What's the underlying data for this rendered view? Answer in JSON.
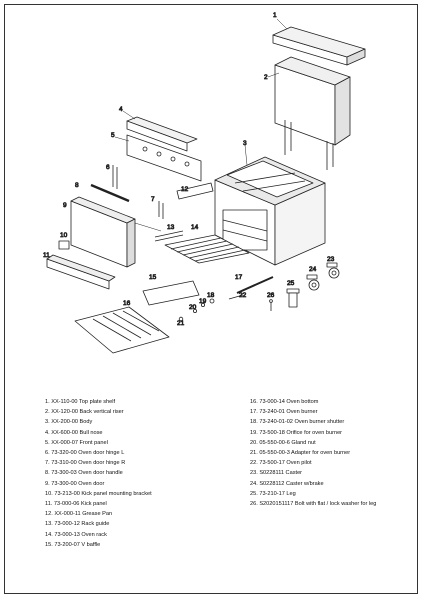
{
  "callouts": [
    "1",
    "2",
    "3",
    "4",
    "5",
    "6",
    "7",
    "8",
    "9",
    "10",
    "11",
    "12",
    "13",
    "14",
    "15",
    "16",
    "17",
    "18",
    "19",
    "20",
    "21",
    "22",
    "23",
    "24",
    "25",
    "26"
  ],
  "parts_left": [
    "1. XX-110-00  Top plate shelf",
    "2. XX-120-00  Back vertical riser",
    "3. XX-200-00  Body",
    "4. XX-600-00  Bull nose",
    "5. XX-000-07  Front panel",
    "6. 73-320-00  Oven door hinge L",
    "7. 73-310-00  Oven door hinge R",
    "8. 73-300-03  Oven door handle",
    "9. 73-300-00  Oven door",
    "10. 73-213-00  Kick panel mounting bracket",
    "11. 73-000-06  Kick panel",
    "12. XX-000-11  Grease Pan",
    "13. 73-000-12  Rack guide",
    "14. 73-000-13  Oven rack",
    "15. 73-200-07   V baffle"
  ],
  "parts_right": [
    "16. 73-000-14  Oven bottom",
    "17. 73-240-01  Oven burner",
    "18. 73-240-01-02  Oven burner shutter",
    "19. 73-500-18  Orifice for oven burner",
    "20. 05-550-00-6  Gland nut",
    "21. 05-550-00-3  Adapter for oven burner",
    "22. 73-500-17      Oven pilot",
    "23. S0228111          Caster",
    "24. S0228112        Caster w/brake",
    "25. 73-210-17    Leg",
    "26. S2020151117  Bolt with flat / lock washer for leg"
  ]
}
